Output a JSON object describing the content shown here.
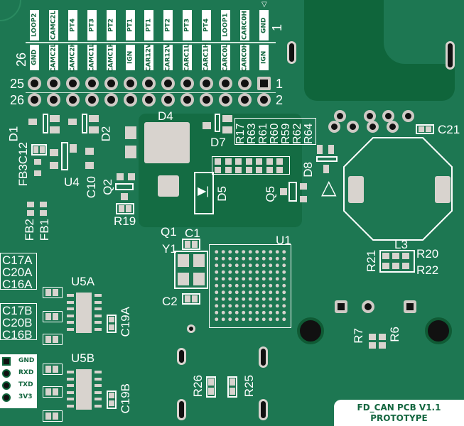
{
  "connector": {
    "top_labels": [
      "LOOP2",
      "CAMC2L",
      "PT4",
      "PT3",
      "PT2",
      "PT1",
      "PT1",
      "PT2",
      "PT3",
      "PT4",
      "LOOP1",
      "CARC0H",
      "GND"
    ],
    "bottom_labels": [
      "GND",
      "CAMC2L",
      "CAMC2H",
      "CAMC1L",
      "CAMC1H",
      "IGN",
      "CAR12V",
      "CAR12V",
      "CARC1L",
      "CARC1H",
      "CARC0L",
      "CARC0H",
      "IGN"
    ],
    "pin_1": "1",
    "pin_2": "2",
    "pin_25": "25",
    "pin_26": "26",
    "side_26": "26",
    "side_1": "1"
  },
  "designators": {
    "D1": "D1",
    "D2": "D2",
    "D4": "D4",
    "D5": "D5",
    "D7": "D7",
    "D8": "D8",
    "FB3C12": "FB3C12",
    "FB2": "FB2",
    "FB1": "FB1",
    "U4": "U4",
    "C10": "C10",
    "Q2": "Q2",
    "R19": "R19",
    "Q1": "Q1",
    "Q5": "Q5",
    "C21": "C21",
    "L3": "L3",
    "R20": "R20",
    "R21": "R21",
    "R22": "R22",
    "U1": "U1",
    "C1": "C1",
    "Y1": "Y1",
    "C2": "C2",
    "U5A": "U5A",
    "C19A": "C19A",
    "U5B": "U5B",
    "C19B": "C19B",
    "R26": "R26",
    "R25": "R25",
    "R7": "R7",
    "R6": "R6",
    "resistor_group": [
      "R17",
      "R63",
      "R61",
      "R60",
      "R59",
      "R62",
      "R64"
    ],
    "cap_group_a": [
      "C17A",
      "C20A",
      "C16A"
    ],
    "cap_group_b": [
      "C17B",
      "C20B",
      "C16B"
    ]
  },
  "uart": {
    "pins": [
      "GND",
      "RXD",
      "TXD",
      "3V3"
    ]
  },
  "board_label": {
    "line1": "FD_CAN PCB V1.1",
    "line2": "PROTOTYPE"
  },
  "colors": {
    "board": "#1d7752",
    "pour": "#0f653b",
    "silk": "#ffffff",
    "pad": "#d8d3ce"
  }
}
